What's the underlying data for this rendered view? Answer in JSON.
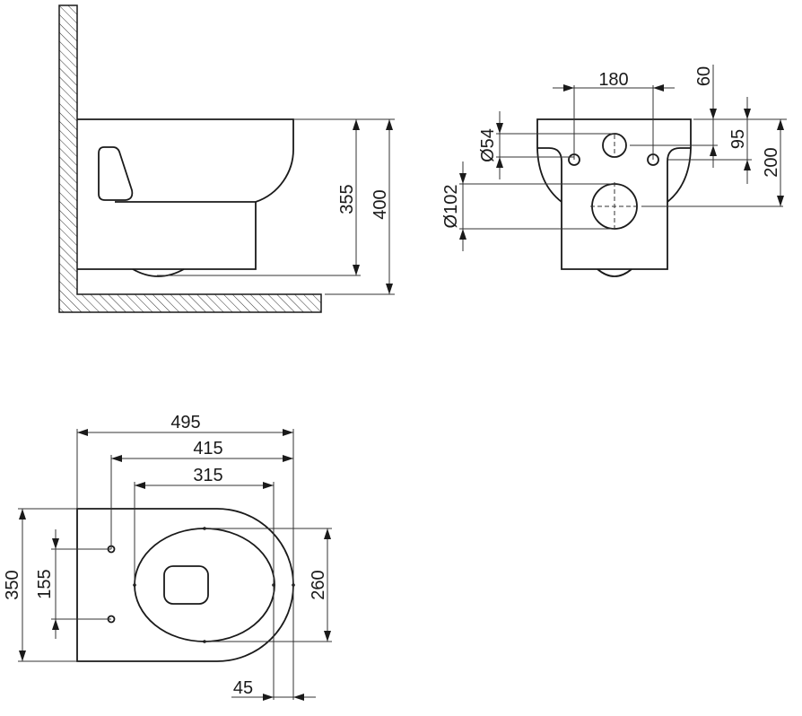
{
  "side_view": {
    "dim_355": "355",
    "dim_400": "400"
  },
  "rear_view": {
    "dim_180": "180",
    "dim_60": "60",
    "dim_95": "95",
    "dim_200": "200",
    "dim_d54": "Ø54",
    "dim_d102": "Ø102"
  },
  "top_view": {
    "dim_495": "495",
    "dim_415": "415",
    "dim_315": "315",
    "dim_350": "350",
    "dim_155": "155",
    "dim_260": "260",
    "dim_45": "45"
  },
  "colors": {
    "line": "#1a1a1a",
    "background": "#ffffff"
  }
}
